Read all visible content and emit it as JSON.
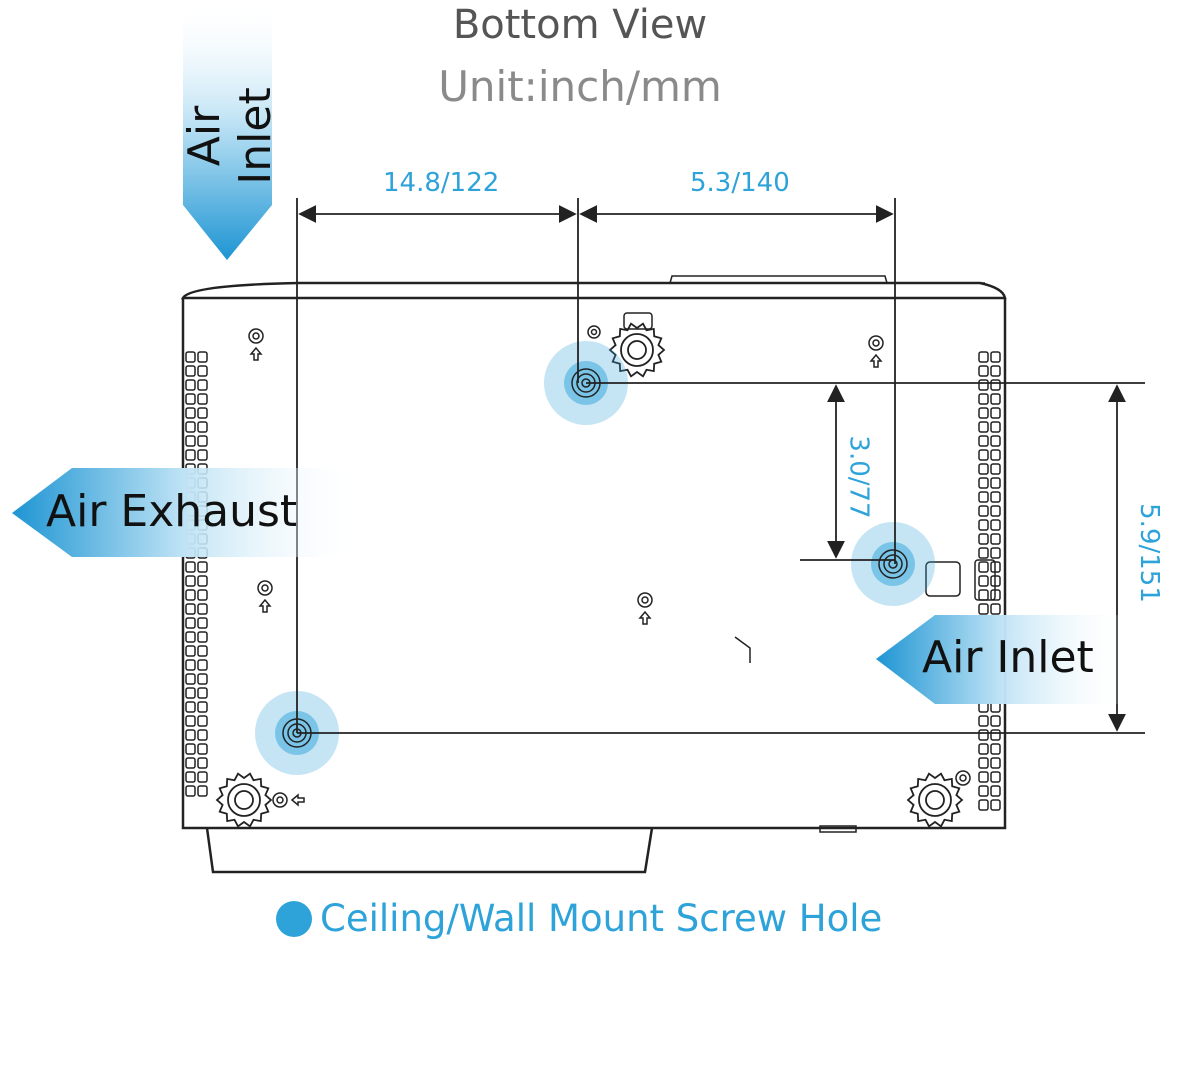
{
  "title": "Bottom View",
  "unit": "Unit:inch/mm",
  "dimensions": {
    "top_left": "14.8/122",
    "top_right": "5.3/140",
    "right_inner": "3.0/77",
    "right_outer": "5.9/151"
  },
  "labels": {
    "air_inlet_top": "Air Inlet",
    "air_exhaust": "Air Exhaust",
    "air_inlet_right": "Air Inlet"
  },
  "legend": {
    "text": "Ceiling/Wall Mount Screw Hole",
    "color": "#2ea3d9"
  },
  "colors": {
    "accent": "#2ea3d9",
    "line": "#222222"
  }
}
